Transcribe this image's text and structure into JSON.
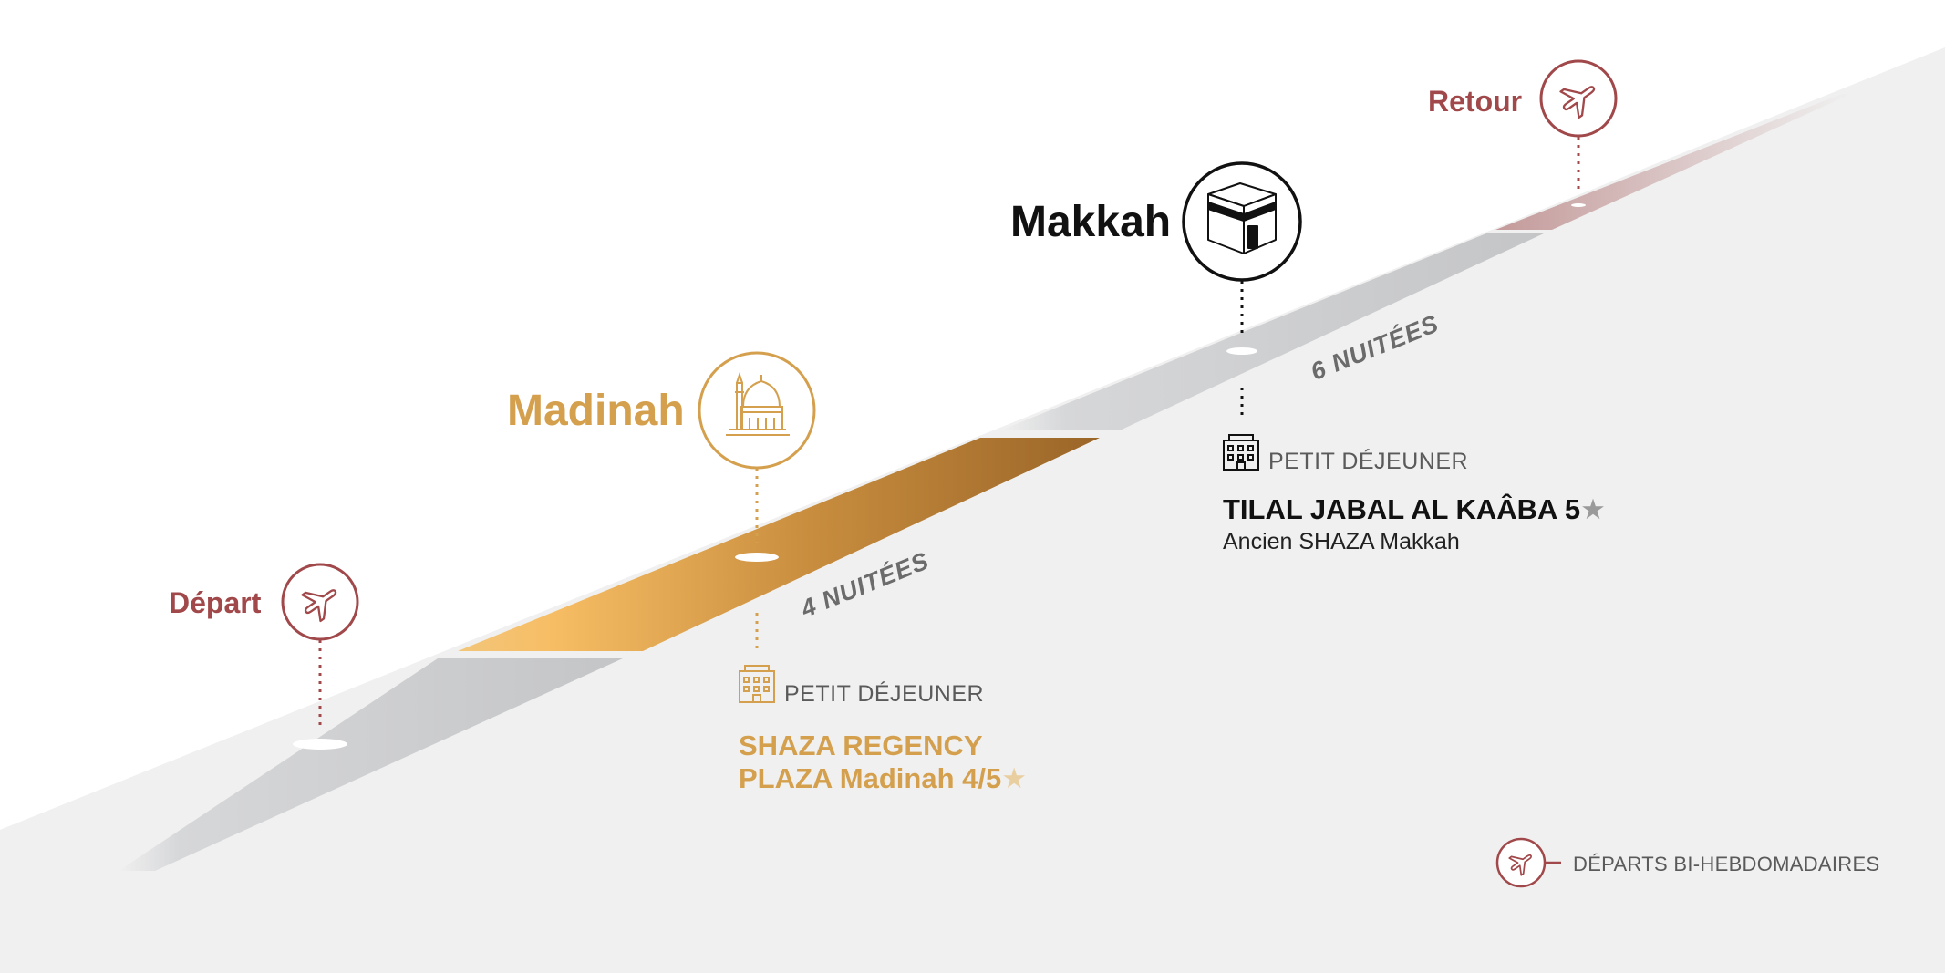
{
  "stops": {
    "depart": {
      "label": "Départ",
      "icon": "airplane-icon"
    },
    "madinah": {
      "label": "Madinah",
      "icon": "mosque-icon",
      "nights": "4 NUITÉES",
      "meal_plan": "PETIT DÉJEUNER",
      "hotel": "SHAZA REGENCY PLAZA Madinah 4/5",
      "hotel_star": "★"
    },
    "makkah": {
      "label": "Makkah",
      "icon": "kaaba-icon",
      "nights": "6 NUITÉES",
      "meal_plan": "PETIT DÉJEUNER",
      "hotel": "TILAL JABAL AL KAÂBA 5",
      "hotel_star": "★",
      "hotel_subtitle": "Ancien SHAZA Makkah"
    },
    "retour": {
      "label": "Retour",
      "icon": "airplane-icon"
    }
  },
  "legend": {
    "text": "DÉPARTS BI-HEBDOMADAIRES",
    "icon": "airplane-icon"
  },
  "colors": {
    "flight": "#a0484a",
    "madinah_gold": "#d4a04e",
    "makkah_black": "#111111",
    "road_grey": "#c7c8ca",
    "ground": "#f0f0f0"
  }
}
